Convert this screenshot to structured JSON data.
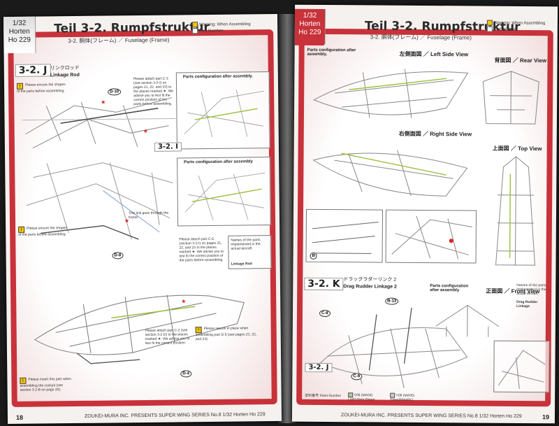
{
  "left_page": {
    "tab": {
      "scale": "1/32",
      "name_1": "Horten",
      "name_2": "Ho 229"
    },
    "title": "Teil 3-2.  Rumpfstruktur",
    "subtitle": "3-2. 胴体(フレーム) ／ Fuselage (Frame)",
    "legend": {
      "warn": "Warning: When Assembling",
      "part": "Part Number"
    },
    "step": {
      "code": "3-2. J",
      "jp": "リンクロッド",
      "en": "Linkage Rod"
    },
    "note_shape": "Please ensure the shapes of the parts before assembling.",
    "note_parts_config_1": "Parts configuration after assembly.",
    "note_attach_1": "Please attach part C-3 (see section 3-2-I) on pages 21, 22, and 23) to the places marked ★. We advise you to test fit the correct position of the parts before assembling.",
    "ref_i": "3-2. I",
    "note_parts_config_2": "Parts configuration after assembly",
    "note_frame": "This link goes through the frame.",
    "note_shape_2": "Please ensure the shapes of the parts before assembling.",
    "note_attach_2": "Please attach part C-5 (section 3-2-I) on pages 21, 22, and 23 to the places marked ★. We advise you to test fit the correct position of the parts before assembling.",
    "note_names": "Names of the parts implemented in the actual aircraft",
    "linkage_rod": "Linkage Rod",
    "note_secure": "Please secure in place when assembling part D-5 (see pages 21, 22, and 23).",
    "note_insert": "Please insert this part when assembling the cockpit (see section 3-2-B on page 20).",
    "note_attach_3": "Please attach part C-2 (see section 3-2-D) to the places marked ★. We advise you to test fit the correct position.",
    "part_tags": [
      "D-10",
      "D-8",
      "D-4"
    ],
    "page_number": "18",
    "footer": "ZOUKEI-MURA INC. PRESENTS  SUPER WING SERIES No.8  1/32 Horten Ho 229"
  },
  "right_page": {
    "tab": {
      "scale": "1/32",
      "name_1": "Horten",
      "name_2": "Ho 229"
    },
    "title": "Teil 3-2.  Rumpfstruktur",
    "subtitle": "3-2. 胴体(フレーム) ／ Fuselage (Frame)",
    "legend": {
      "warn": "Warning: When Assembling",
      "part": "Part Number"
    },
    "parts_config": "Parts configuration after assembly.",
    "views": {
      "left": "左側面図 ／ Left Side View",
      "rear": "背面図 ／ Rear View",
      "right": "右側面図 ／ Right Side View",
      "top": "上面図 ／ Top View",
      "front": "正面図 ／ Front View"
    },
    "step": {
      "code": "3-2. K",
      "jp": "ドラッグラダーリンク 2",
      "en": "Drag Rudder Linkage 2"
    },
    "parts_config_2": "Parts configuration after assembly",
    "names": "Names of the parts implemented in the actual aircraft",
    "drag_rudder_linkage": "Drag Rudder Linkage",
    "ref_j": "3-2. J",
    "part_tags": [
      "B-13",
      "C-8",
      "C-9",
      "B"
    ],
    "paint": {
      "label": "塗料番号 Paint Number",
      "c1_code": "Y06 (MA04)",
      "c1_name": "Light Grey Green",
      "c2_code": "Y08 (MA05)",
      "c2_name": "Silver(Metallic)"
    },
    "page_number": "19",
    "footer": "ZOUKEI-MURA INC. PRESENTS  SUPER WING SERIES No.8  1/32 Horten Ho 229"
  },
  "colors": {
    "frame_red": "#c8323a",
    "warning_yellow": "#f5c400",
    "paper": "#f4f1ee"
  }
}
